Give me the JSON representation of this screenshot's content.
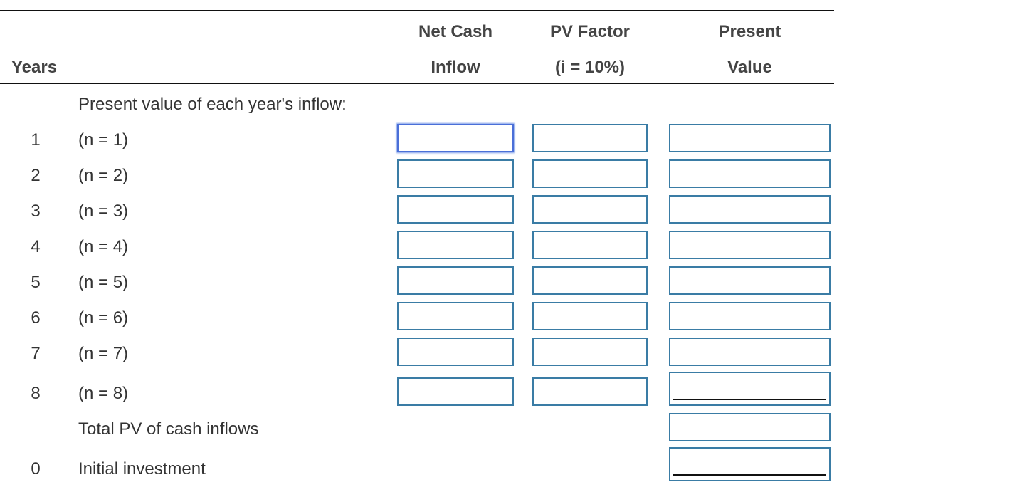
{
  "header": {
    "years": "Years",
    "inflow_line1": "Net Cash",
    "inflow_line2": "Inflow",
    "factor_line1": "PV Factor",
    "factor_line2": "(i = 10%)",
    "pv_line1": "Present",
    "pv_line2": "Value"
  },
  "section_label": "Present value of each year's inflow:",
  "rows": [
    {
      "year": "1",
      "label": "(n = 1)"
    },
    {
      "year": "2",
      "label": "(n = 2)"
    },
    {
      "year": "3",
      "label": "(n = 3)"
    },
    {
      "year": "4",
      "label": "(n = 4)"
    },
    {
      "year": "5",
      "label": "(n = 5)"
    },
    {
      "year": "6",
      "label": "(n = 6)"
    },
    {
      "year": "7",
      "label": "(n = 7)"
    },
    {
      "year": "8",
      "label": "(n = 8)"
    }
  ],
  "total_label": "Total PV of cash inflows",
  "initial": {
    "year": "0",
    "label": "Initial investment"
  },
  "colors": {
    "input_border": "#3a7ca5",
    "focus_border": "#4a6fd8"
  }
}
